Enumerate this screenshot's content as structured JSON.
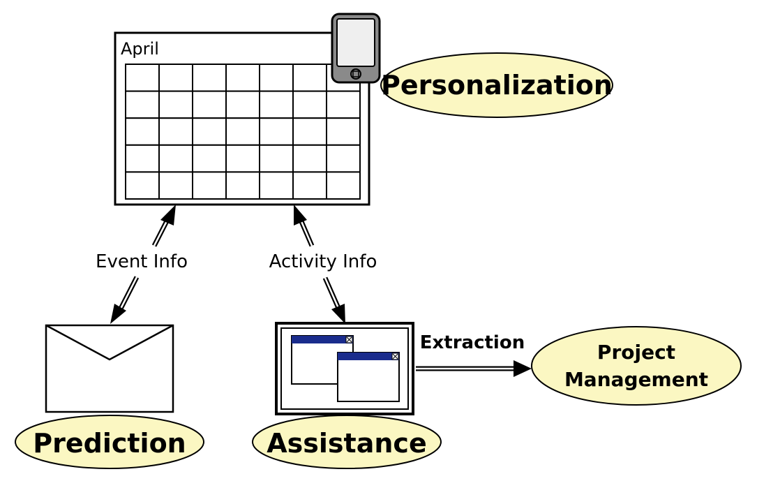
{
  "calendar": {
    "month": "April",
    "rows": 5,
    "cols": 7
  },
  "edges": {
    "event_info": "Event Info",
    "activity_info": "Activity Info",
    "extraction": "Extraction"
  },
  "concepts": {
    "personalization": "Personalization",
    "prediction": "Prediction",
    "assistance": "Assistance",
    "project_management_line1": "Project",
    "project_management_line2": "Management"
  },
  "colors": {
    "ellipse_fill": "#fbf7c2",
    "window_titlebar": "#1a2c8c",
    "phone_body": "#8a8a8a",
    "phone_screen": "#efefef"
  }
}
